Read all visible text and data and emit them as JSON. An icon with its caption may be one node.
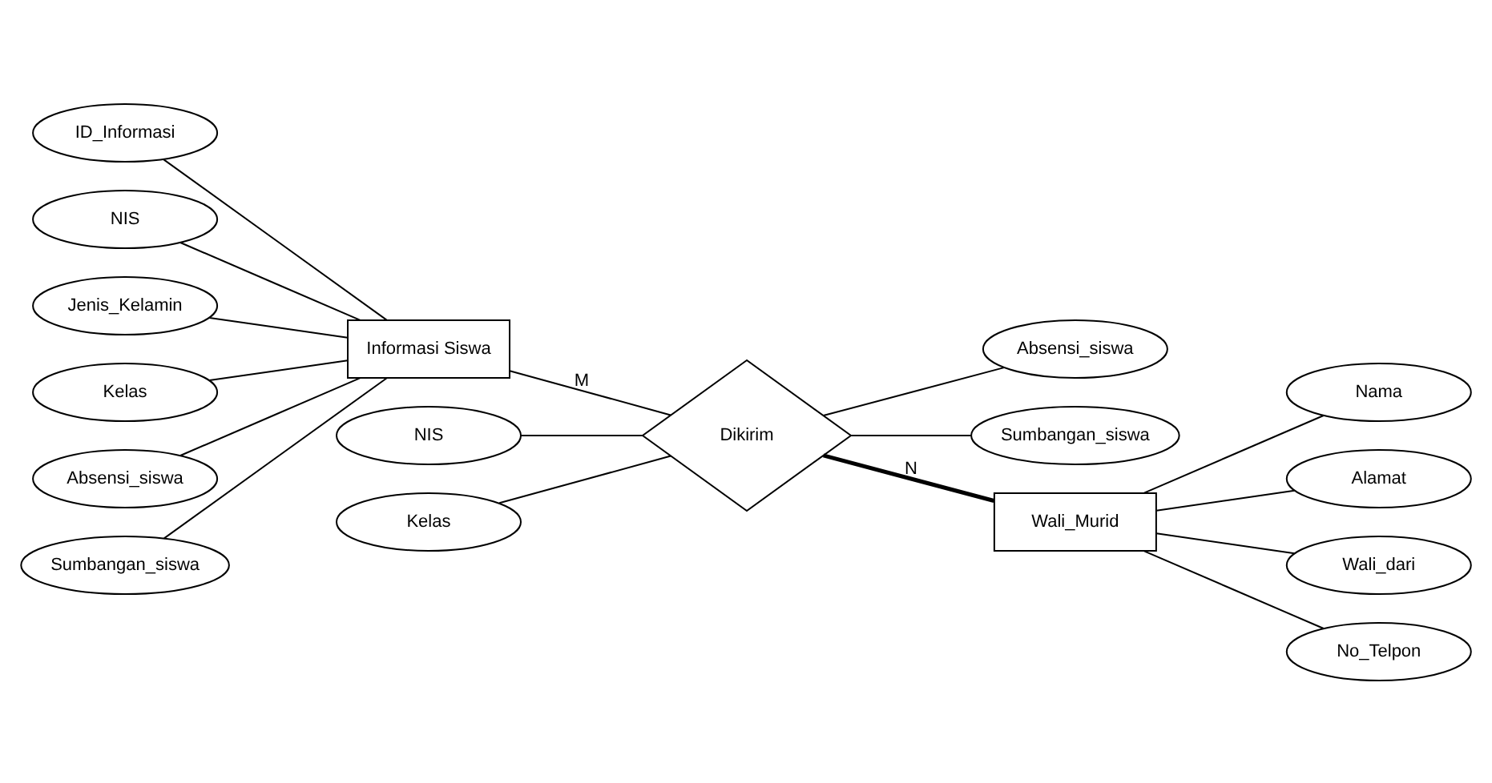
{
  "diagram": {
    "nodes": [
      {
        "text": [
          "ID_Informasi"
        ]
      },
      {
        "text": [
          "NIS"
        ]
      },
      {
        "text": [
          "Jenis_Kelamin"
        ]
      },
      {
        "text": [
          "Kelas"
        ]
      },
      {
        "text": [
          "Absensi_siswa"
        ]
      },
      {
        "text": [
          "Sumbangan_siswa"
        ]
      },
      {
        "text": [
          "Informasi Siswa"
        ]
      },
      {
        "text": [
          "NIS"
        ]
      },
      {
        "text": [
          "Kelas"
        ]
      },
      {
        "text": [
          "Dikirim"
        ]
      },
      {
        "text": [
          "Absensi_siswa"
        ]
      },
      {
        "text": [
          "Sumbangan_siswa"
        ]
      },
      {
        "text": [
          "Wali_Murid"
        ]
      },
      {
        "text": [
          "Nama"
        ]
      },
      {
        "text": [
          "Alamat"
        ]
      },
      {
        "text": [
          "Wali_dari"
        ]
      },
      {
        "text": [
          "No_Telpon"
        ]
      }
    ],
    "edges": [
      {
        "from": 0,
        "to": 6,
        "arrow": "none"
      },
      {
        "from": 1,
        "to": 6,
        "arrow": "none"
      },
      {
        "from": 2,
        "to": 6,
        "arrow": "none"
      },
      {
        "from": 3,
        "to": 6,
        "arrow": "none"
      },
      {
        "from": 4,
        "to": 6,
        "arrow": "none"
      },
      {
        "from": 5,
        "to": 6,
        "arrow": "none"
      },
      {
        "from": 6,
        "to": 9,
        "arrow": "none",
        "label": "M"
      },
      {
        "from": 7,
        "to": 9,
        "arrow": "none"
      },
      {
        "from": 8,
        "to": 9,
        "arrow": "none"
      },
      {
        "from": 9,
        "to": 10,
        "arrow": "none"
      },
      {
        "from": 9,
        "to": 11,
        "arrow": "none"
      },
      {
        "from": 9,
        "to": 12,
        "arrow": "none",
        "label": "N",
        "style": "thick"
      },
      {
        "from": 12,
        "to": 13,
        "arrow": "none"
      },
      {
        "from": 12,
        "to": 14,
        "arrow": "none"
      },
      {
        "from": 12,
        "to": 15,
        "arrow": "none"
      },
      {
        "from": 12,
        "to": 16,
        "arrow": "none"
      }
    ]
  }
}
